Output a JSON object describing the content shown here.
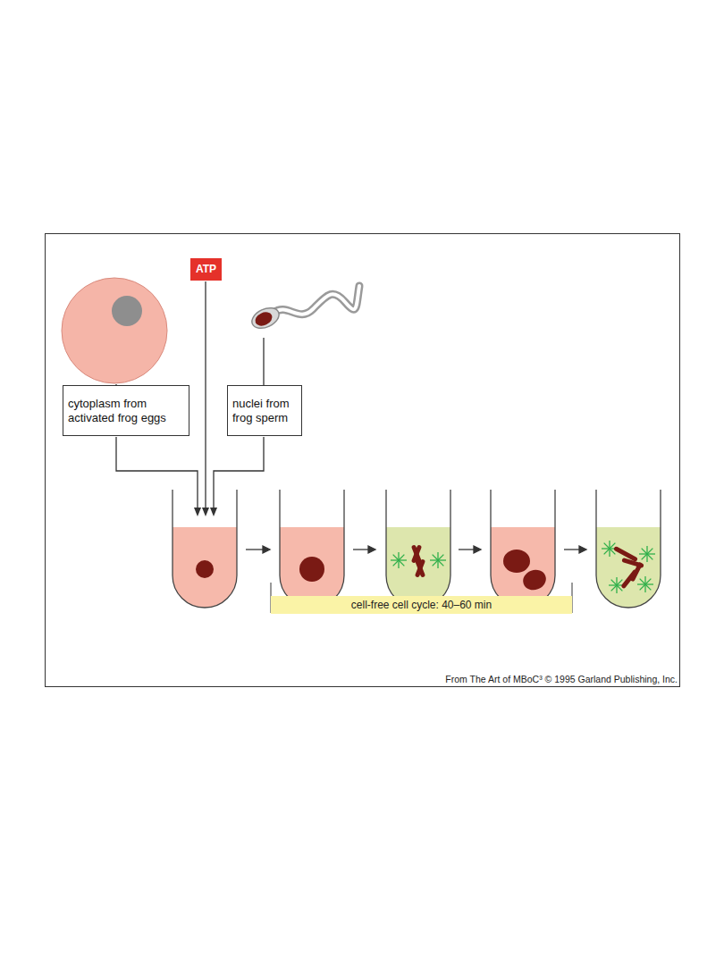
{
  "diagram": {
    "nodes": [
      {
        "text": [
          "cytoplasm from activated frog eggs"
        ]
      },
      {
        "text": [
          "ATP"
        ]
      },
      {
        "text": [
          "nuclei from frog sperm"
        ]
      },
      {
        "text": [
          "cell-free cell cycle: 40–60 min"
        ]
      }
    ],
    "labels": [
      "From The Art of MBoC³ © 1995 Garland Publishing, Inc."
    ]
  }
}
